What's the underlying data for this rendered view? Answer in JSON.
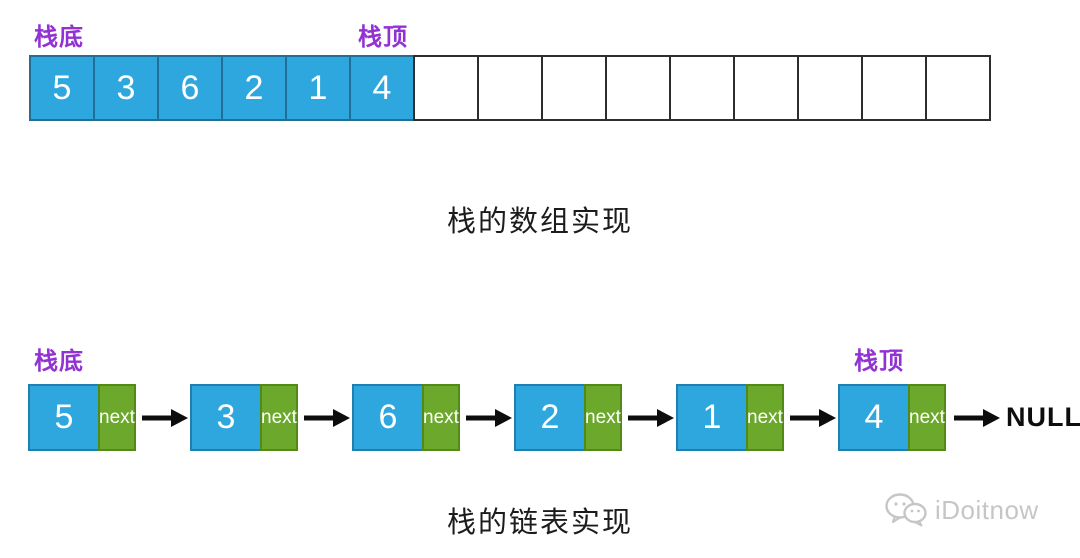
{
  "array_section": {
    "bottom_label": "栈底",
    "top_label": "栈顶",
    "cells": [
      "5",
      "3",
      "6",
      "2",
      "1",
      "4"
    ],
    "empty_cell_count": 9,
    "caption": "栈的数组实现"
  },
  "list_section": {
    "bottom_label": "栈底",
    "top_label": "栈顶",
    "nodes": [
      {
        "value": "5",
        "pointer": "next"
      },
      {
        "value": "3",
        "pointer": "next"
      },
      {
        "value": "6",
        "pointer": "next"
      },
      {
        "value": "2",
        "pointer": "next"
      },
      {
        "value": "1",
        "pointer": "next"
      },
      {
        "value": "4",
        "pointer": "next"
      }
    ],
    "terminator": "NULL",
    "caption": "栈的链表实现"
  },
  "watermark": {
    "text": "iDoitnow",
    "icon": "wechat-chat-bubbles-icon"
  },
  "colors": {
    "cell_fill_blue": "#2ea7de",
    "node_pointer_green": "#6ba82c",
    "label_purple": "#9232d3",
    "border_dark": "#2e2e2e",
    "arrow_black": "#0d0d0d",
    "watermark_gray": "#c6c6c6"
  }
}
